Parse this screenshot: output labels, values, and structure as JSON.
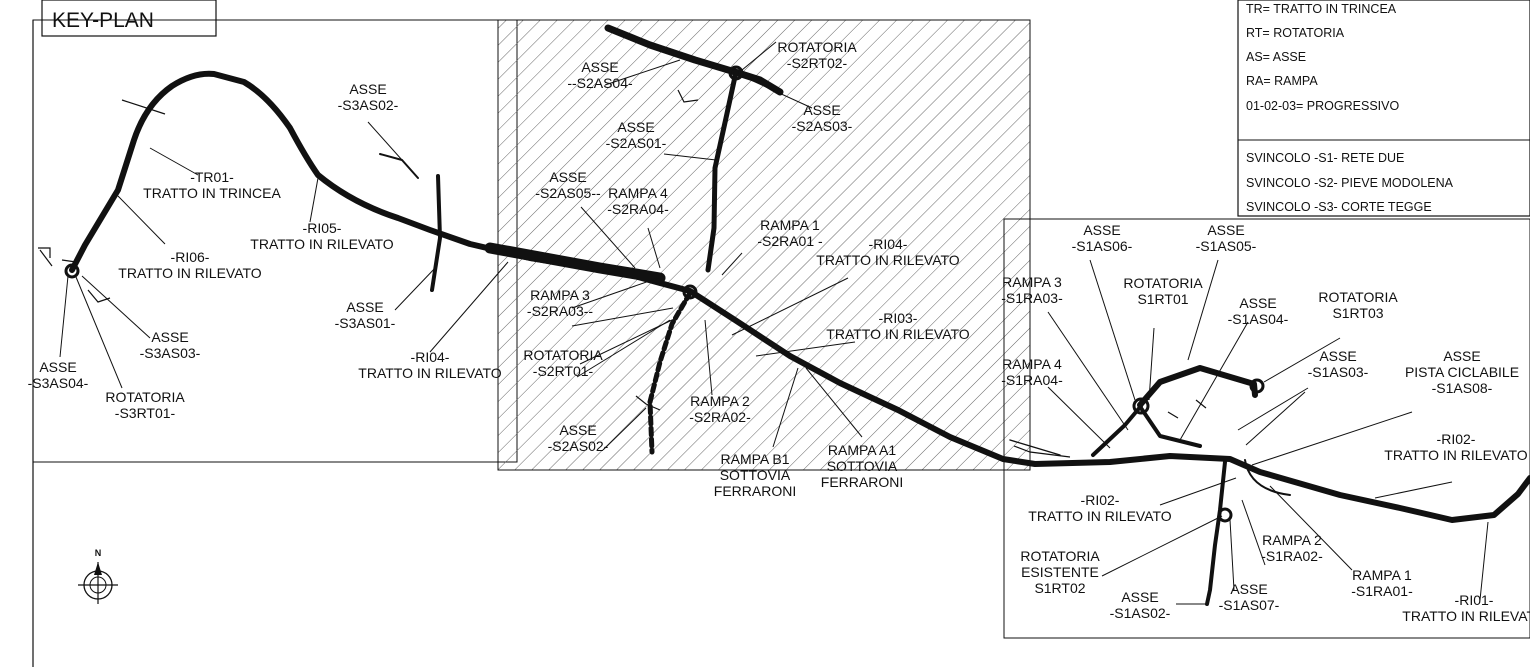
{
  "title": "KEY-PLAN",
  "legend": {
    "abbreviations": [
      "TR= TRATTO IN TRINCEA",
      "RT= ROTATORIA",
      "AS= ASSE",
      "RA= RAMPA",
      "01-02-03= PROGRESSIVO"
    ],
    "junctions": [
      "SVINCOLO -S1- RETE DUE",
      "SVINCOLO -S2- PIEVE MODOLENA",
      "SVINCOLO -S3- CORTE TEGGE"
    ]
  },
  "north_symbol": {
    "label": "N"
  },
  "labels": {
    "tr01": [
      "-TR01-",
      "TRATTO IN TRINCEA"
    ],
    "ri06": [
      "-RI06-",
      "TRATTO IN RILEVATO"
    ],
    "ri05": [
      "-RI05-",
      "TRATTO IN RILEVATO"
    ],
    "s3as02": [
      "ASSE",
      "-S3AS02-"
    ],
    "s3as01": [
      "ASSE",
      "-S3AS01-"
    ],
    "s3as03": [
      "ASSE",
      "-S3AS03-"
    ],
    "s3as04": [
      "ASSE",
      "-S3AS04-"
    ],
    "s3rt01": [
      "ROTATORIA",
      "-S3RT01-"
    ],
    "ri04_left": [
      "-RI04-",
      "TRATTO IN RILEVATO"
    ],
    "s2as04": [
      "ASSE",
      "--S2AS04-"
    ],
    "s2rt02": [
      "ROTATORIA",
      "-S2RT02-"
    ],
    "s2as03": [
      "ASSE",
      "-S2AS03-"
    ],
    "s2as01": [
      "ASSE",
      "-S2AS01-"
    ],
    "s2as05": [
      "ASSE",
      "-S2AS05--"
    ],
    "s2ra04": [
      "RAMPA 4",
      "-S2RA04-"
    ],
    "s2ra01": [
      "RAMPA 1",
      "-S2RA01 -"
    ],
    "ri04_mid": [
      "-RI04-",
      "TRATTO IN RILEVATO"
    ],
    "s2ra03": [
      "RAMPA 3",
      "-S2RA03--"
    ],
    "ri03": [
      "-RI03-",
      "TRATTO IN RILEVATO"
    ],
    "s2rt01": [
      "ROTATORIA",
      "-S2RT01-"
    ],
    "s2ra02": [
      "RAMPA 2",
      "-S2RA02-"
    ],
    "s2as02": [
      "ASSE",
      "-S2AS02-"
    ],
    "rb1": [
      "RAMPA B1",
      "SOTTOVIA",
      "FERRARONI"
    ],
    "ra1": [
      "RAMPA A1",
      "SOTTOVIA",
      "FERRARONI"
    ],
    "s1as06": [
      "ASSE",
      "-S1AS06-"
    ],
    "s1as05": [
      "ASSE",
      "-S1AS05-"
    ],
    "s1ra03": [
      "RAMPA 3",
      "-S1RA03-"
    ],
    "s1rt01": [
      "ROTATORIA",
      "S1RT01"
    ],
    "s1as04": [
      "ASSE",
      "-S1AS04-"
    ],
    "s1rt03": [
      "ROTATORIA",
      "S1RT03"
    ],
    "s1ra04": [
      "RAMPA 4",
      "-S1RA04-"
    ],
    "s1as03": [
      "ASSE",
      "-S1AS03-"
    ],
    "s1as08": [
      "ASSE",
      "PISTA CICLABILE",
      "-S1AS08-"
    ],
    "ri02_right": [
      "-RI02-",
      "TRATTO IN RILEVATO"
    ],
    "ri02_bottom": [
      "-RI02-",
      "TRATTO IN RILEVATO"
    ],
    "s1rt02": [
      "ROTATORIA",
      "ESISTENTE",
      "S1RT02"
    ],
    "s1ra02": [
      "RAMPA 2",
      "-S1RA02-"
    ],
    "s1ra01": [
      "RAMPA 1",
      "-S1RA01-"
    ],
    "s1as02": [
      "ASSE",
      "-S1AS02-"
    ],
    "s1as07": [
      "ASSE",
      "-S1AS07-"
    ],
    "ri01": [
      "-RI01-",
      "TRATTO IN RILEVATO"
    ]
  }
}
